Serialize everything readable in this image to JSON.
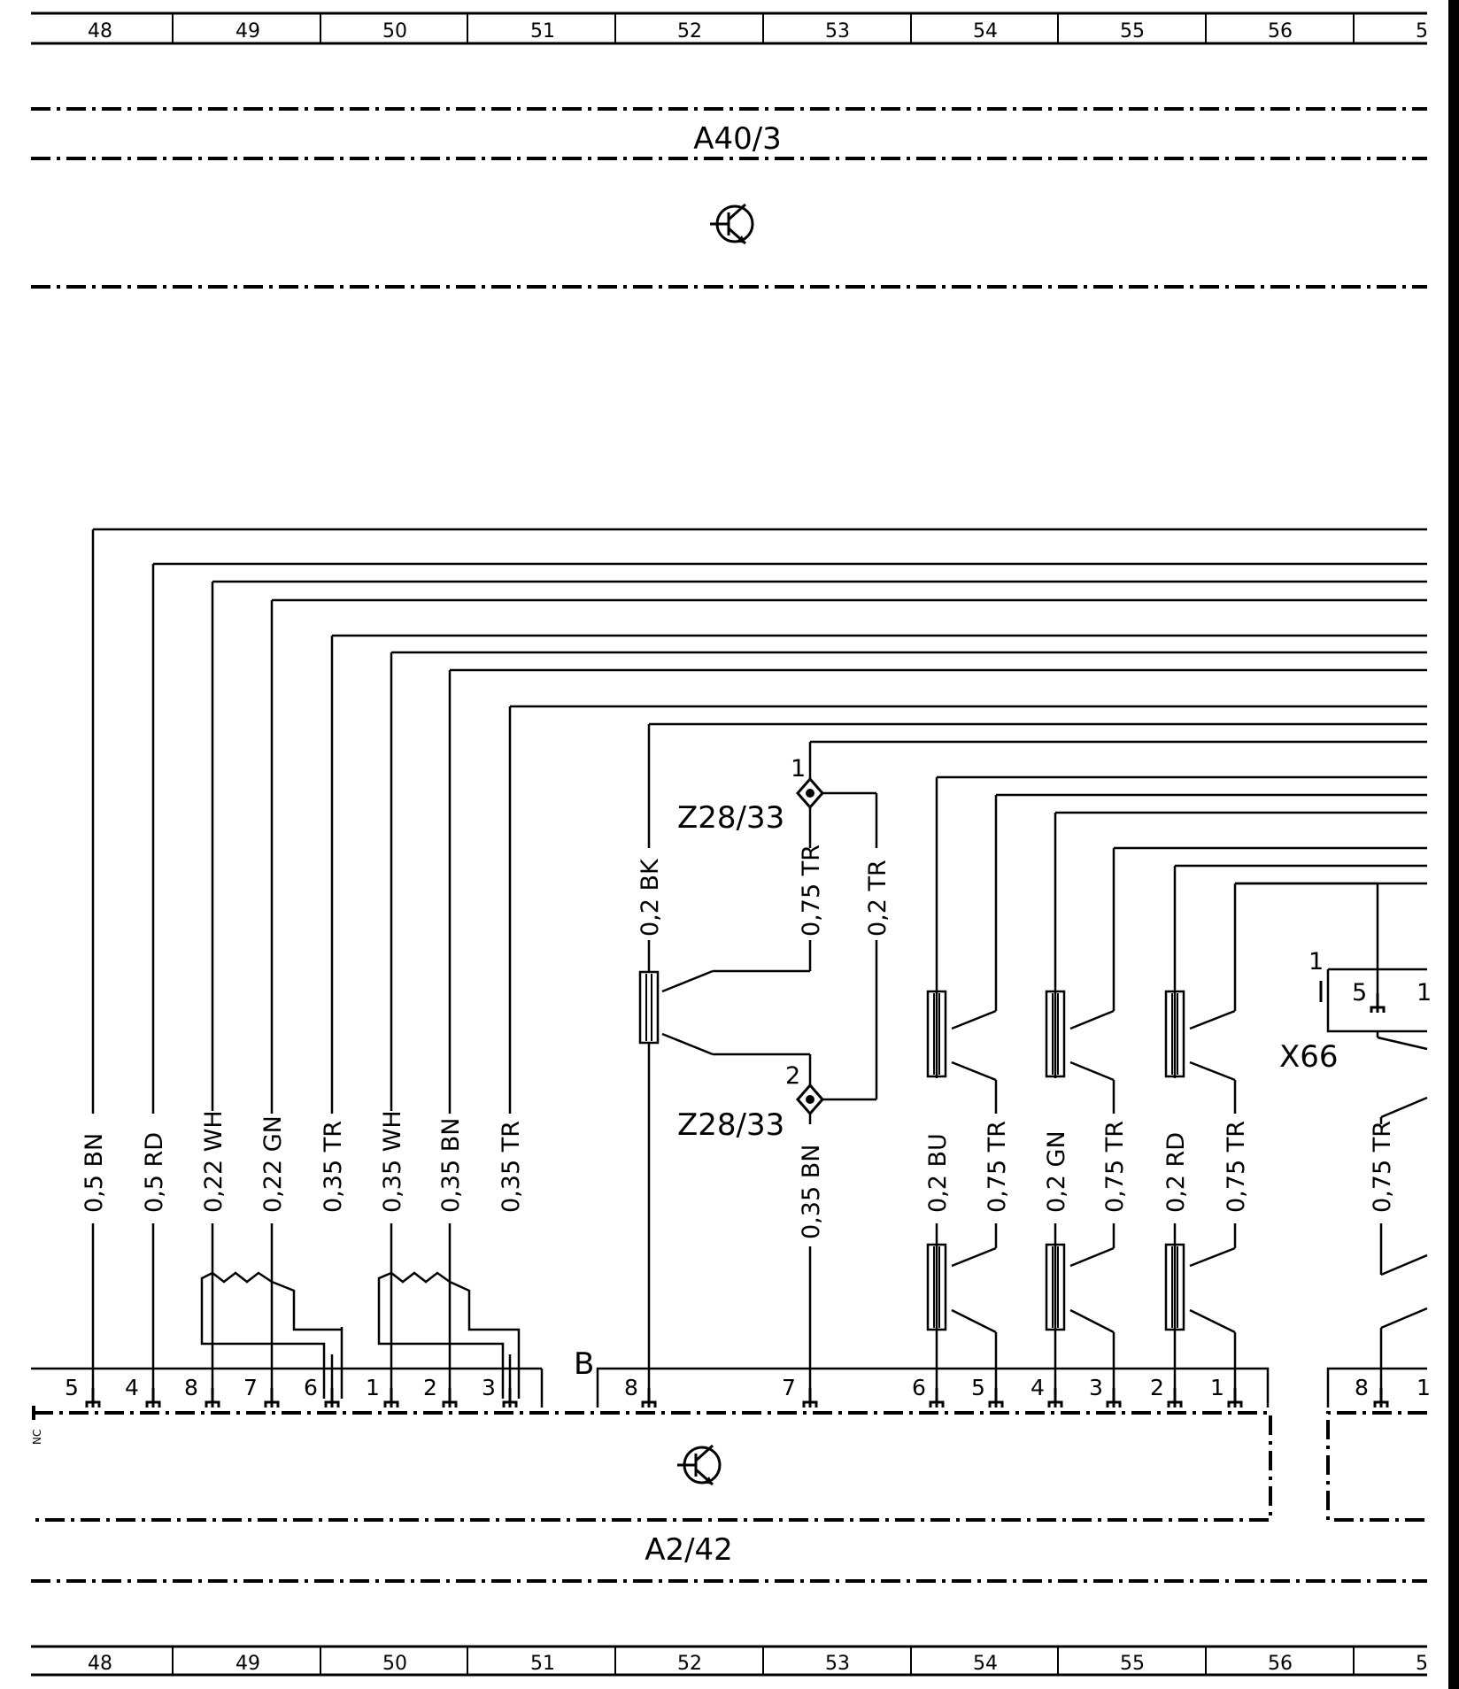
{
  "ruler": {
    "cells": [
      "48",
      "49",
      "50",
      "51",
      "52",
      "53",
      "54",
      "55",
      "56",
      "5"
    ]
  },
  "components": {
    "top_module": "A40/3",
    "bottom_module": "A2/42",
    "splice_1": "Z28/33",
    "splice_2": "Z28/33",
    "connector": "X66",
    "connector_block": "B",
    "splice_pin_1": "1",
    "splice_pin_2": "2",
    "x66_pin_left": "1",
    "x66_pin_5": "5",
    "x66_pin_1": "1",
    "left_edge_mark": "NC"
  },
  "wires_left": [
    {
      "label": "0,5 BN",
      "pin": "5"
    },
    {
      "label": "0,5 RD",
      "pin": "4"
    },
    {
      "label": "0,22 WH",
      "pin": "8"
    },
    {
      "label": "0,22 GN",
      "pin": "7"
    },
    {
      "label": "0,35 TR",
      "pin": "6"
    },
    {
      "label": "0,35 WH",
      "pin": "1"
    },
    {
      "label": "0,35 BN",
      "pin": "2"
    },
    {
      "label": "0,35 TR",
      "pin": "3"
    }
  ],
  "wires_center": {
    "bk_label": "0,2 BK",
    "tr075_label": "0,75 TR",
    "tr02_label": "0,2 TR",
    "bn035_label": "0,35 BN",
    "pin_8": "8",
    "pin_7": "7"
  },
  "wires_right": [
    {
      "label_a": "0,2 BU",
      "label_b": "0,75 TR",
      "pin_a": "6",
      "pin_b": "5"
    },
    {
      "label_a": "0,2 GN",
      "label_b": "0,75 TR",
      "pin_a": "4",
      "pin_b": "3"
    },
    {
      "label_a": "0,2 RD",
      "label_b": "0,75 TR",
      "pin_a": "2",
      "pin_b": "1"
    }
  ],
  "wire_far_right": {
    "label": "0,75 TR",
    "pin_8": "8",
    "pin_1": "1"
  }
}
